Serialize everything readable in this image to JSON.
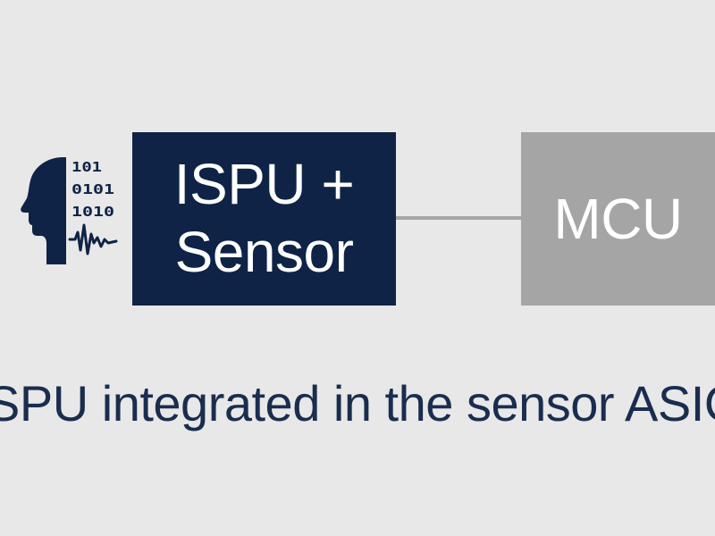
{
  "icon": "ai-head-binary-waveform-icon",
  "colors": {
    "background": "#e8e8e8",
    "ispu_box": "#0f2347",
    "mcu_box": "#a5a5a5",
    "connector": "#a5a5a5",
    "caption_text": "#1a2d4f",
    "box_text": "#ffffff"
  },
  "ispu_block": {
    "line1": "ISPU +",
    "line2": "Sensor"
  },
  "mcu_block": {
    "label": "MCU"
  },
  "caption": "ISPU integrated in the sensor ASIC"
}
